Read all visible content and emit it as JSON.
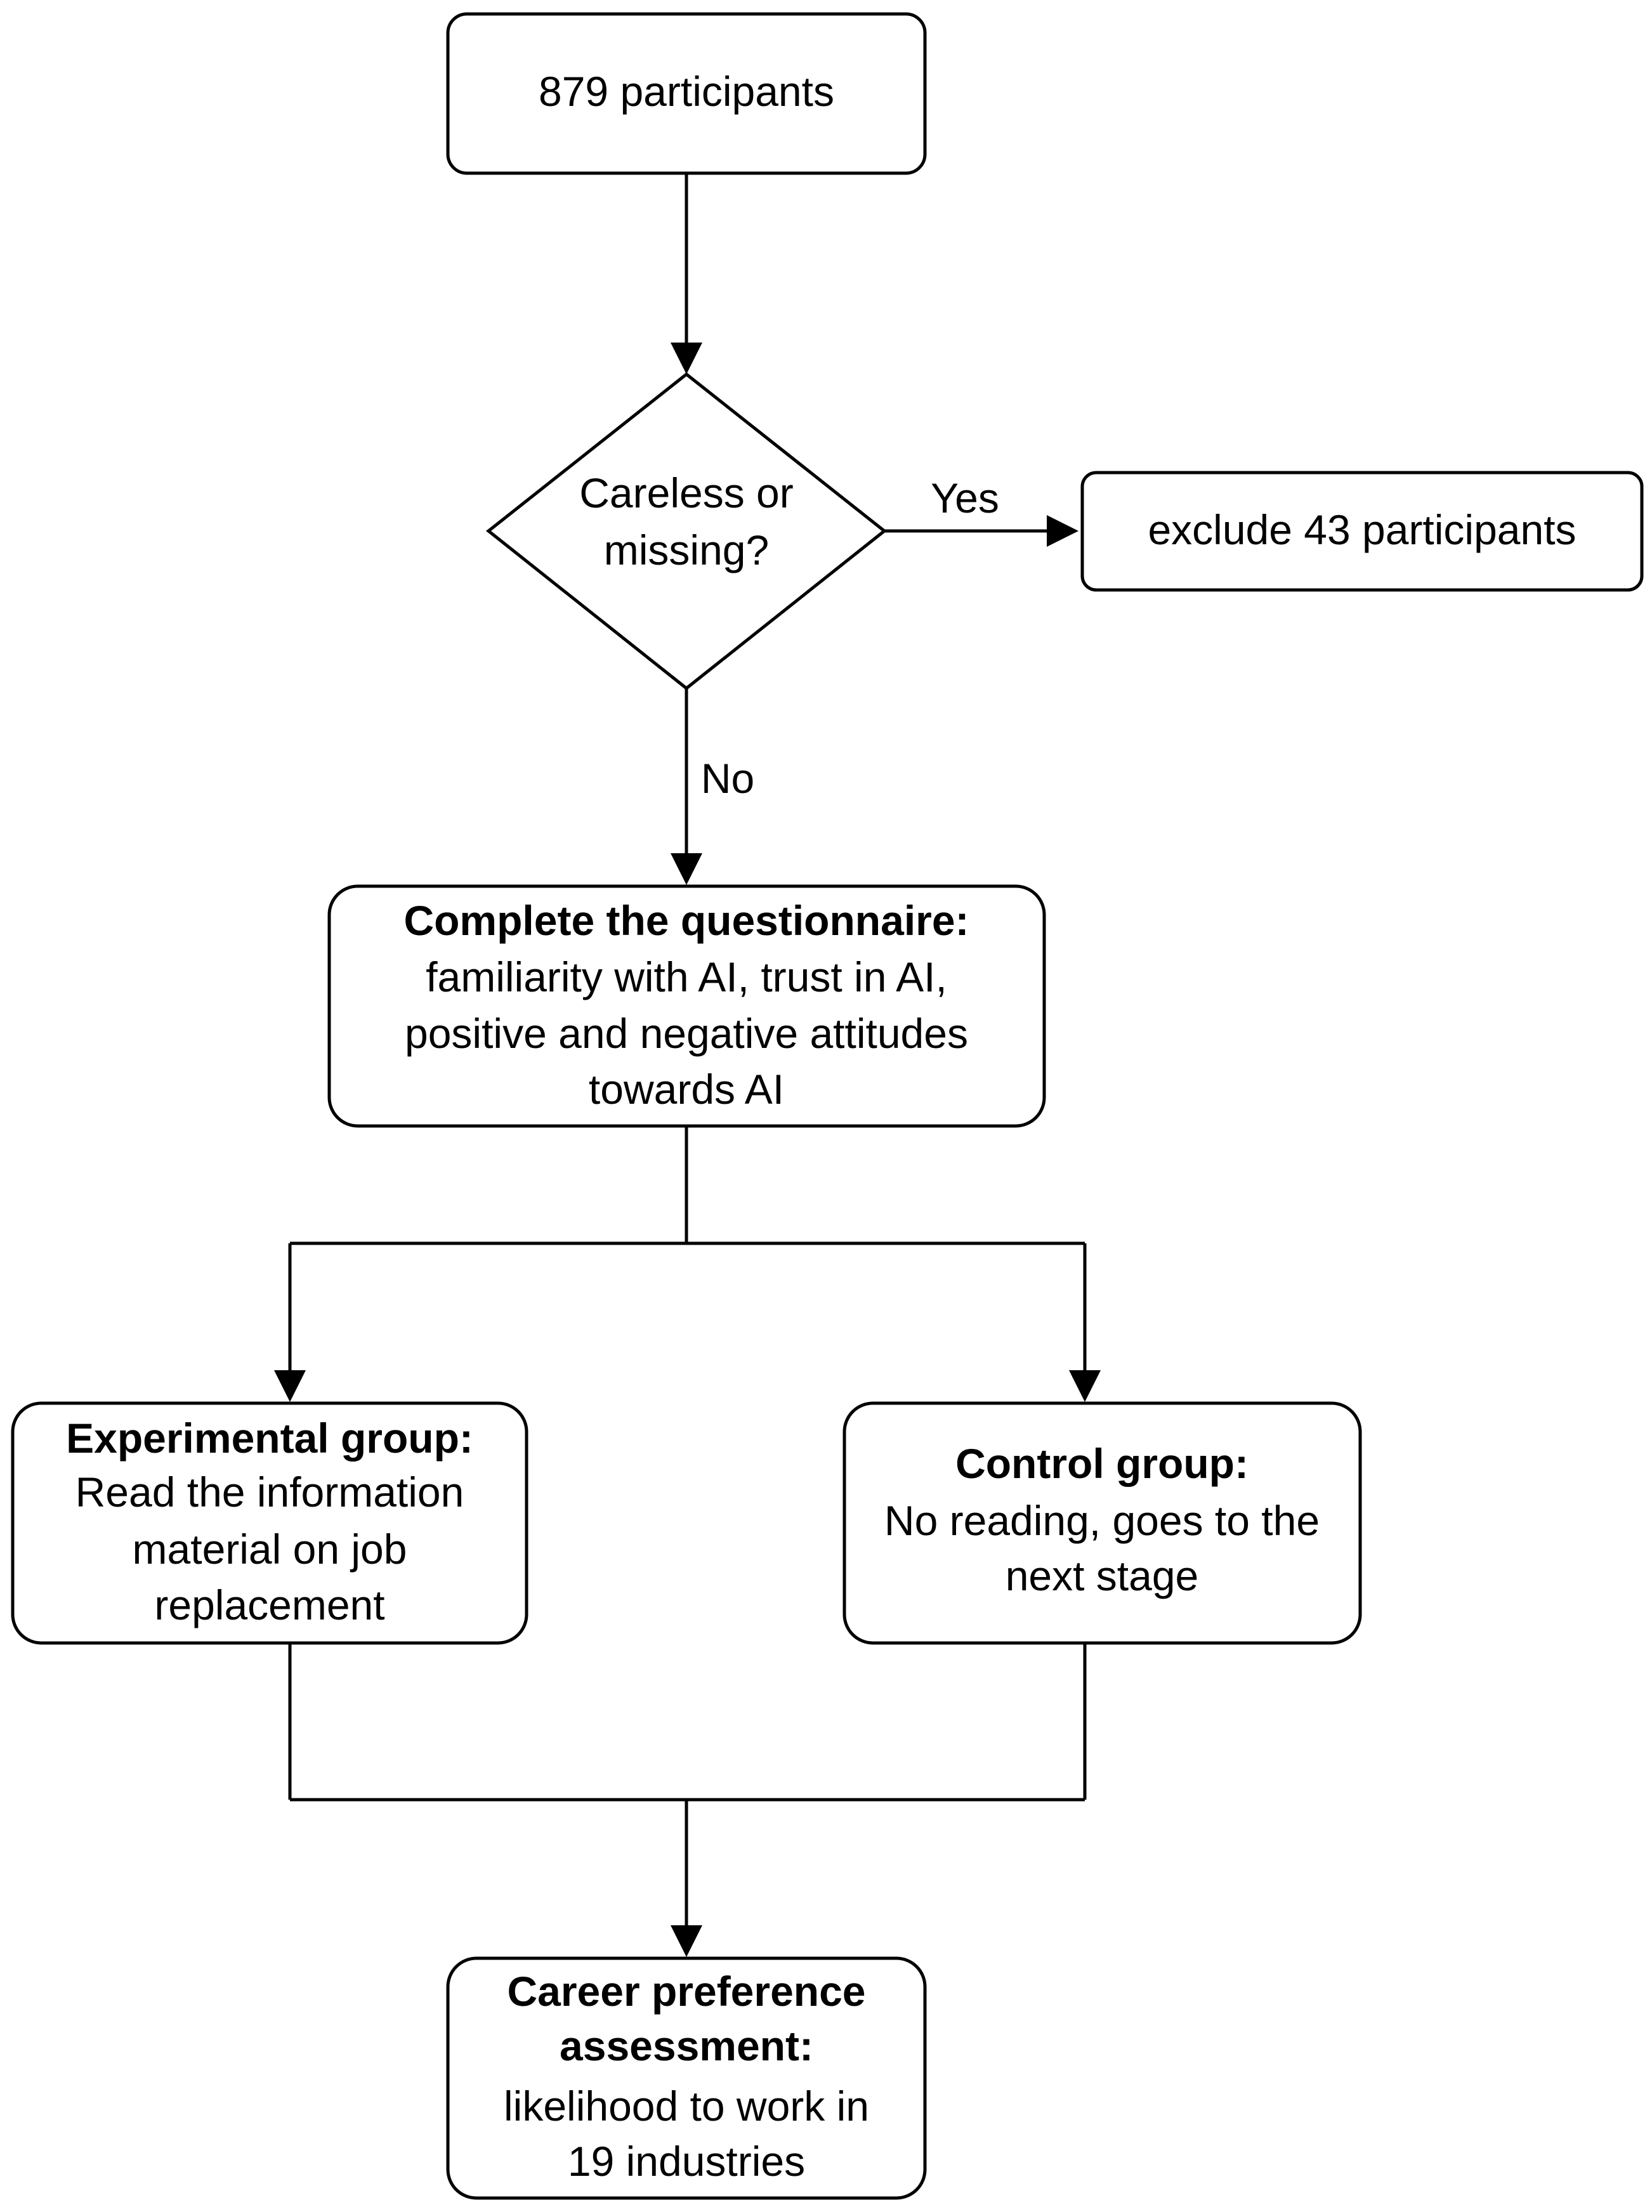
{
  "nodes": {
    "start": {
      "text": "879 participants"
    },
    "decision": {
      "line1": "Careless or",
      "line2": "missing?"
    },
    "exclude": {
      "text": "exclude 43 participants"
    },
    "questionnaire": {
      "heading": "Complete the questionnaire:",
      "line1": "familiarity with AI, trust in AI,",
      "line2": "positive and negative attitudes",
      "line3": "towards AI"
    },
    "experimental": {
      "heading": "Experimental group:",
      "line1": "Read the information",
      "line2": "material on job",
      "line3": "replacement"
    },
    "control": {
      "heading": "Control group:",
      "line1": "No reading, goes to the",
      "line2": "next stage"
    },
    "career": {
      "heading1": "Career preference",
      "heading2": "assessment:",
      "line1": "likelihood to work in",
      "line2": "19 industries"
    }
  },
  "edges": {
    "yes_label": "Yes",
    "no_label": "No"
  }
}
